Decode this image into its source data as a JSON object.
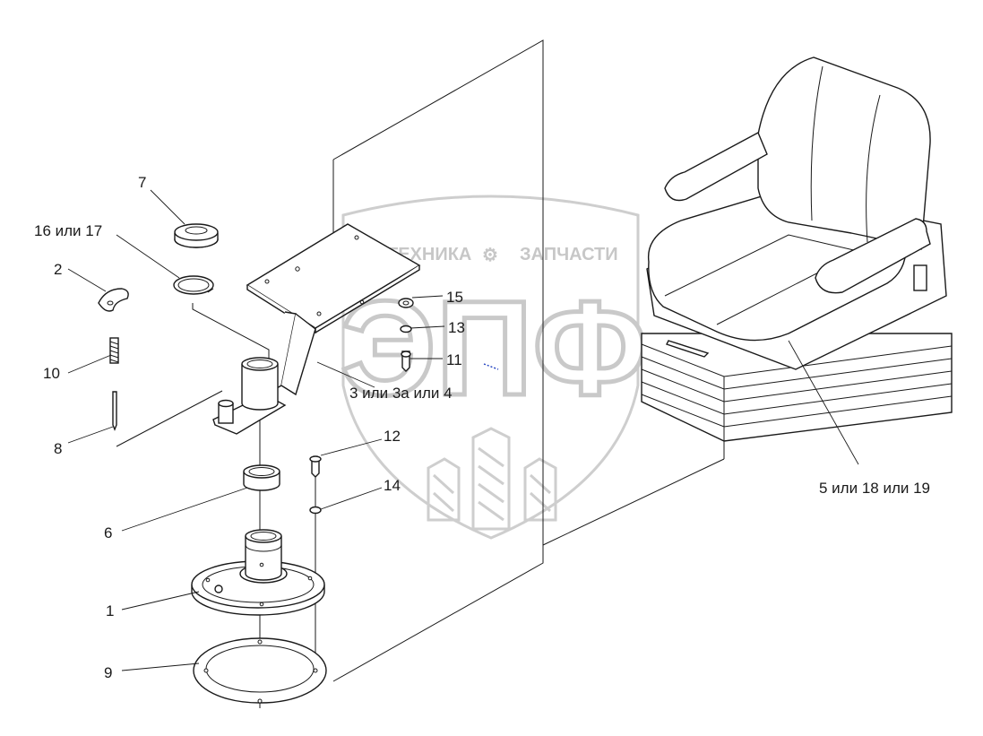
{
  "watermark": {
    "top_left": "ТЕХНИКА",
    "top_right": "ЗАПЧАСТИ",
    "letters": "ЭПФ"
  },
  "callouts": [
    {
      "id": "c7",
      "text": "7"
    },
    {
      "id": "c16",
      "text": "16 или 17"
    },
    {
      "id": "c2",
      "text": "2"
    },
    {
      "id": "c10",
      "text": "10"
    },
    {
      "id": "c8",
      "text": "8"
    },
    {
      "id": "c6",
      "text": "6"
    },
    {
      "id": "c1",
      "text": "1"
    },
    {
      "id": "c9",
      "text": "9"
    },
    {
      "id": "c15",
      "text": "15"
    },
    {
      "id": "c13",
      "text": "13"
    },
    {
      "id": "c11",
      "text": "11"
    },
    {
      "id": "c3",
      "text": "3 или 3а или 4"
    },
    {
      "id": "c12",
      "text": "12"
    },
    {
      "id": "c14",
      "text": "14"
    },
    {
      "id": "c5",
      "text": "5 или 18 или 19"
    }
  ]
}
